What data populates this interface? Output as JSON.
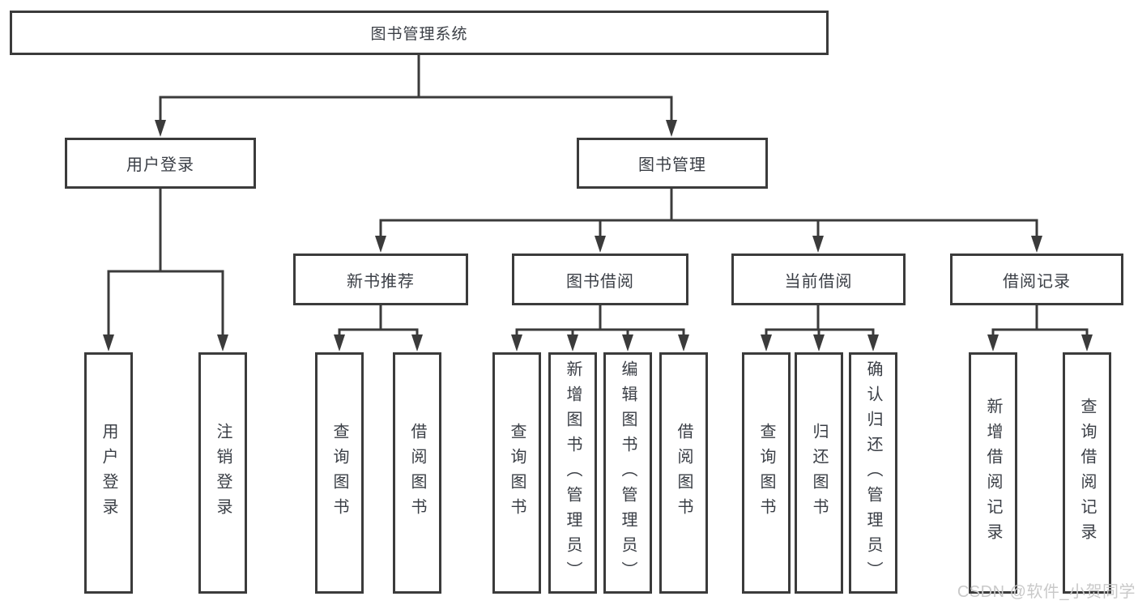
{
  "diagram": {
    "root": {
      "label": "图书管理系统"
    },
    "branches": [
      {
        "label": "用户登录",
        "children": [
          {
            "label": "用户登录"
          },
          {
            "label": "注销登录"
          }
        ]
      },
      {
        "label": "图书管理",
        "children": [
          {
            "label": "新书推荐",
            "children": [
              {
                "label": "查询图书"
              },
              {
                "label": "借阅图书"
              }
            ]
          },
          {
            "label": "图书借阅",
            "children": [
              {
                "label": "查询图书"
              },
              {
                "label": "新增图书（管理员）"
              },
              {
                "label": "编辑图书（管理员）"
              },
              {
                "label": "借阅图书"
              }
            ]
          },
          {
            "label": "当前借阅",
            "children": [
              {
                "label": "查询图书"
              },
              {
                "label": "归还图书"
              },
              {
                "label": "确认归还（管理员）"
              }
            ]
          },
          {
            "label": "借阅记录",
            "children": [
              {
                "label": "新增借阅记录"
              },
              {
                "label": "查询借阅记录"
              }
            ]
          }
        ]
      }
    ]
  },
  "watermark": {
    "text": "CSDN @软件_小贺同学"
  },
  "colors": {
    "line": "#3b3b3b",
    "text": "#3a3e45",
    "background": "#ffffff",
    "watermark": "#c9c9c9"
  }
}
